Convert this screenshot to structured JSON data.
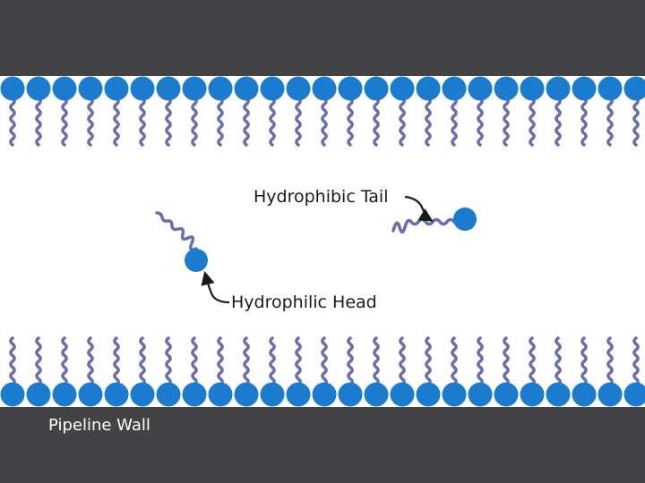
{
  "labels": {
    "tail": "Hydrophibic Tail",
    "head": "Hydrophilic Head",
    "wall": "Pipeline Wall"
  },
  "colors": {
    "wall": "#434345",
    "head": "#1a7bcf",
    "tail": "#6a6fab",
    "text": "#1a1a1a",
    "wall_text": "#ffffff"
  },
  "icons": {
    "molecule_head": "filled-circle",
    "molecule_tail": "wavy-line",
    "pointer": "curved-arrow"
  }
}
